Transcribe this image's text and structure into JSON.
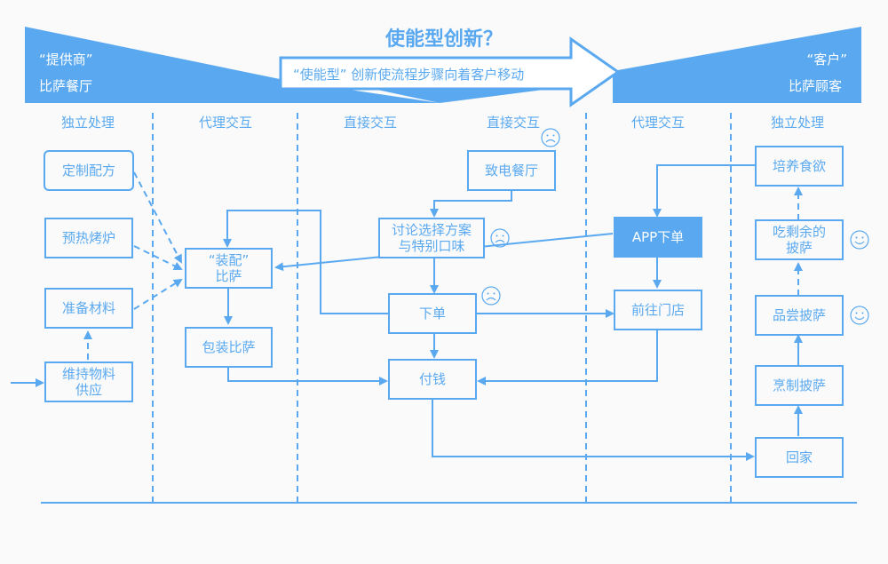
{
  "header": {
    "title": "使能型创新？",
    "provider_quote": "“提供商”",
    "provider_name": "比萨餐厅",
    "customer_quote": "“客户”",
    "customer_name": "比萨顾客",
    "arrow_text": "“使能型” 创新使流程步骤向着客户移动"
  },
  "colors": {
    "accent": "#5aa9f0",
    "background": "#fafafa"
  },
  "lanes": [
    "独立处理",
    "代理交互",
    "直接交互",
    "直接交互",
    "代理交互",
    "独立处理"
  ],
  "nodes": {
    "custom_recipe": "定制配方",
    "preheat_oven": "预热烤炉",
    "prepare_materials": "准备材料",
    "maintain_supply": "维持物料\n供应",
    "assemble_pizza": "“装配”\n比萨",
    "package_pizza": "包装比萨",
    "call_restaurant": "致电餐厅",
    "discuss_options": "讨论选择方案\n与特别口味",
    "place_order": "下单",
    "pay": "付钱",
    "app_order": "APP下单",
    "go_to_store": "前往门店",
    "cultivate_appetite": "培养食欲",
    "eat_leftovers": "吃剩余的\n披萨",
    "taste_pizza": "品尝披萨",
    "cook_pizza": "烹制披萨",
    "go_home": "回家"
  },
  "faces": {
    "call_restaurant": "sad",
    "discuss_options": "sad",
    "place_order": "sad",
    "eat_leftovers": "happy",
    "taste_pizza": "happy"
  }
}
